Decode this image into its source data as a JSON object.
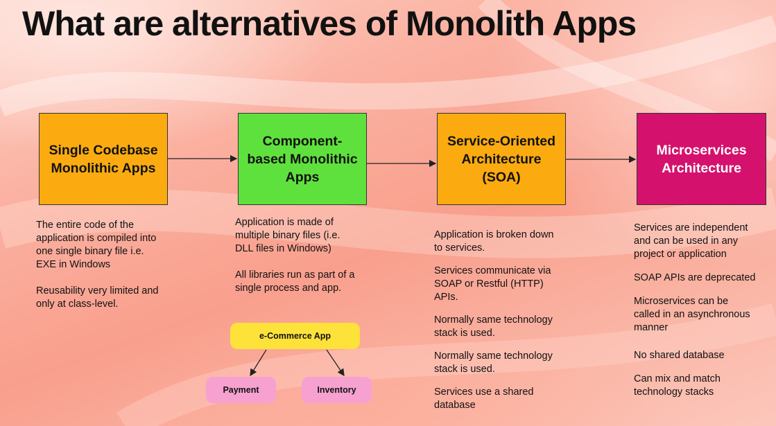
{
  "slide": {
    "title": "What are alternatives of Monolith Apps"
  },
  "stages": [
    {
      "lines": [
        "Single Codebase",
        "Monolithic Apps"
      ],
      "notes": [
        [
          "The entire code of the",
          "application is compiled into",
          "one single binary file i.e.",
          "EXE in Windows"
        ],
        [
          "Reusability very limited and",
          "only at class-level."
        ]
      ]
    },
    {
      "lines": [
        "Component-",
        "based Monolithic",
        "Apps"
      ],
      "notes": [
        [
          "Application is made of",
          "multiple binary files (i.e.",
          "DLL files in Windows)"
        ],
        [
          "All libraries run as part of a",
          "single process and app."
        ]
      ]
    },
    {
      "lines": [
        "Service-Oriented",
        "Architecture",
        "(SOA)"
      ],
      "notes": [
        [
          "Application is broken down",
          "to services."
        ],
        [
          "Services communicate via",
          "SOAP or Restful (HTTP)",
          "APIs."
        ],
        [
          "Normally same technology",
          "stack is used."
        ],
        [
          "Normally same technology",
          "stack is used."
        ],
        [
          "Services use a shared",
          "database"
        ]
      ]
    },
    {
      "lines": [
        "Microservices",
        "Architecture"
      ],
      "notes": [
        [
          "Services are independent",
          "and can be used in any",
          "project or application"
        ],
        [
          "SOAP APIs are deprecated"
        ],
        [
          "Microservices can be",
          "called in an asynchronous",
          "manner"
        ],
        [
          "No shared database"
        ],
        [
          "Can mix and match",
          "technology stacks"
        ]
      ]
    }
  ],
  "example": {
    "app": "e-Commerce App",
    "components": [
      "Payment",
      "Inventory"
    ]
  },
  "colors": {
    "monolith": "#fbab0f",
    "component": "#5fe13d",
    "soa": "#fbab0f",
    "microservices": "#d5116e",
    "example_app": "#fde23a",
    "example_component": "#f6a1cf"
  }
}
